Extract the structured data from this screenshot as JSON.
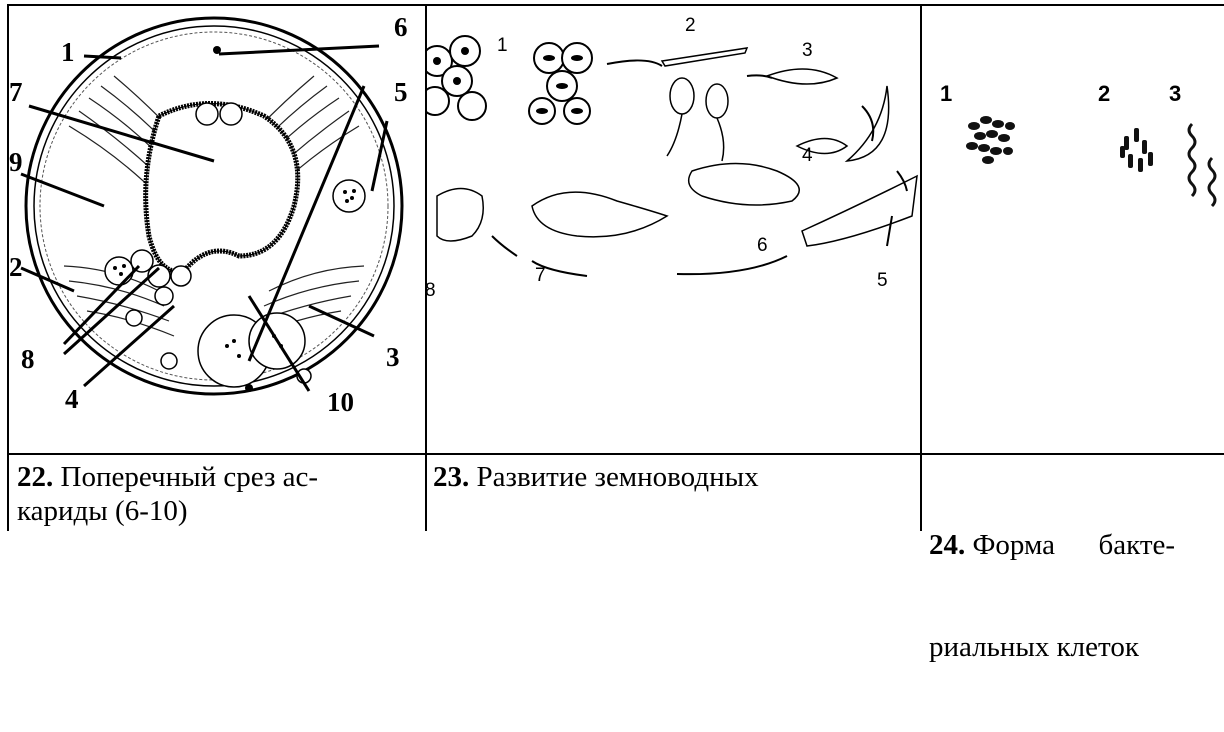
{
  "figures": [
    {
      "number": "22.",
      "caption_lines": [
        "Поперечный срез ас-",
        "кариды (6-10)"
      ],
      "labels": [
        "1",
        "2",
        "3",
        "4",
        "5",
        "6",
        "7",
        "8",
        "9",
        "10"
      ]
    },
    {
      "number": "23.",
      "caption_lines": [
        "Развитие земноводных"
      ],
      "labels": [
        "1",
        "2",
        "3",
        "4",
        "5",
        "6",
        "7",
        "8"
      ]
    },
    {
      "number": "24.",
      "caption_lines": [
        "Форма      бакте-",
        "риальных клеток"
      ],
      "labels": [
        "1",
        "2",
        "3"
      ]
    }
  ]
}
